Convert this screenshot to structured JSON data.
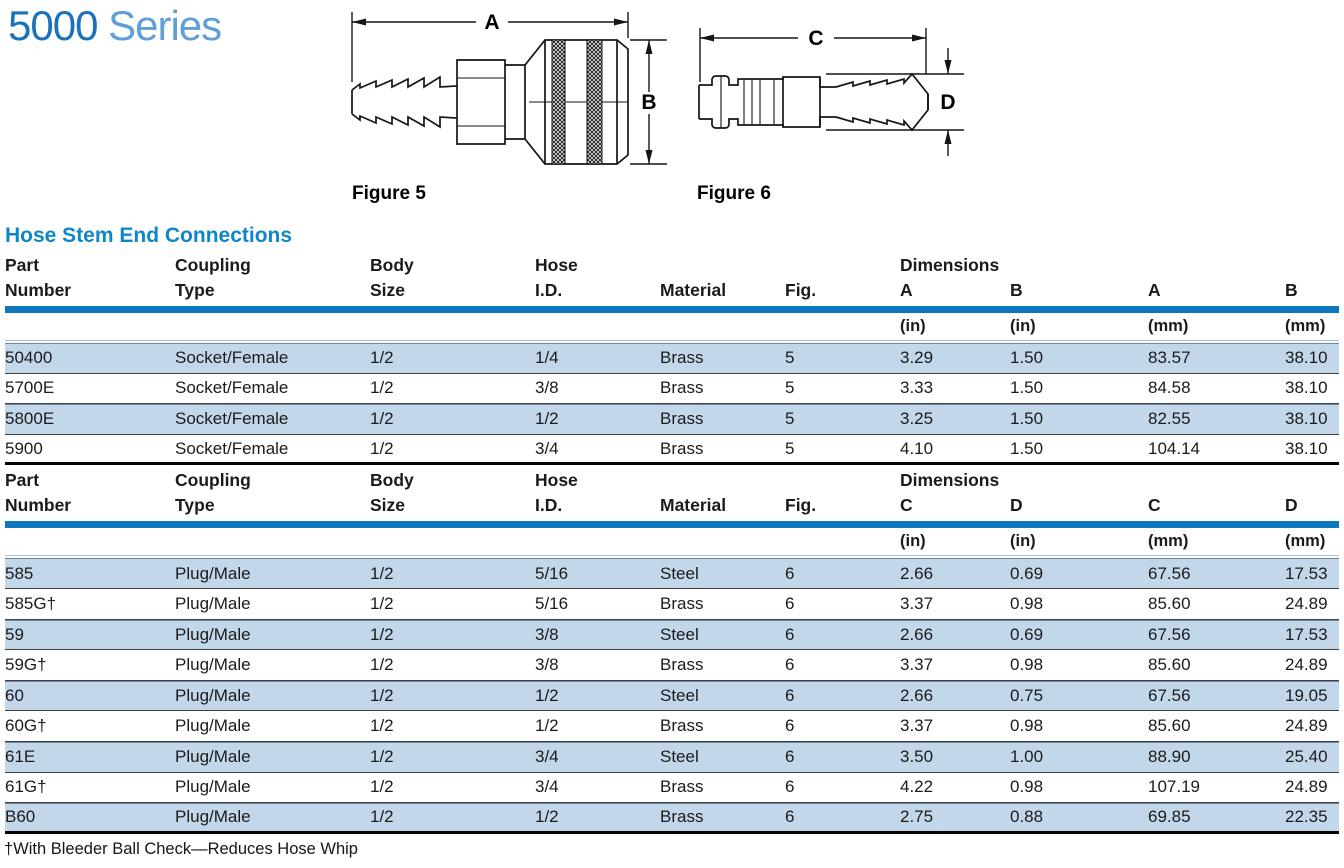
{
  "page": {
    "title_primary": "5000",
    "title_secondary": "Series",
    "section_heading": "Hose Stem End Connections",
    "footnote": "†With Bleeder Ball Check—Reduces Hose Whip"
  },
  "figures": [
    {
      "caption": "Figure 5",
      "dim_horizontal": "A",
      "dim_vertical": "B"
    },
    {
      "caption": "Figure 6",
      "dim_horizontal": "C",
      "dim_vertical": "D"
    }
  ],
  "colors": {
    "accent_rule": "#0d76bd",
    "heading": "#0e87c9",
    "title_primary": "#1a72ba",
    "title_secondary": "#5f9ed6",
    "row_shade": "#c3d7eb",
    "rule_thin": "#a9bfd4",
    "text": "#1b1b1b"
  },
  "tables": [
    {
      "columns": [
        {
          "top": "Part",
          "label": "Number",
          "unit": ""
        },
        {
          "top": "Coupling",
          "label": "Type",
          "unit": ""
        },
        {
          "top": "Body",
          "label": "Size",
          "unit": ""
        },
        {
          "top": "Hose",
          "label": "I.D.",
          "unit": ""
        },
        {
          "top": "",
          "label": "Material",
          "unit": ""
        },
        {
          "top": "",
          "label": "Fig.",
          "unit": ""
        },
        {
          "top": "Dimensions",
          "label": "A",
          "unit": "(in)"
        },
        {
          "top": "",
          "label": "B",
          "unit": "(in)"
        },
        {
          "top": "",
          "label": "A",
          "unit": "(mm)"
        },
        {
          "top": "",
          "label": "B",
          "unit": "(mm)"
        }
      ],
      "rows": [
        [
          "50400",
          "Socket/Female",
          "1/2",
          "1/4",
          "Brass",
          "5",
          "3.29",
          "1.50",
          "83.57",
          "38.10"
        ],
        [
          "5700E",
          "Socket/Female",
          "1/2",
          "3/8",
          "Brass",
          "5",
          "3.33",
          "1.50",
          "84.58",
          "38.10"
        ],
        [
          "5800E",
          "Socket/Female",
          "1/2",
          "1/2",
          "Brass",
          "5",
          "3.25",
          "1.50",
          "82.55",
          "38.10"
        ],
        [
          "5900",
          "Socket/Female",
          "1/2",
          "3/4",
          "Brass",
          "5",
          "4.10",
          "1.50",
          "104.14",
          "38.10"
        ]
      ]
    },
    {
      "columns": [
        {
          "top": "Part",
          "label": "Number",
          "unit": ""
        },
        {
          "top": "Coupling",
          "label": "Type",
          "unit": ""
        },
        {
          "top": "Body",
          "label": "Size",
          "unit": ""
        },
        {
          "top": "Hose",
          "label": "I.D.",
          "unit": ""
        },
        {
          "top": "",
          "label": "Material",
          "unit": ""
        },
        {
          "top": "",
          "label": "Fig.",
          "unit": ""
        },
        {
          "top": "Dimensions",
          "label": "C",
          "unit": "(in)"
        },
        {
          "top": "",
          "label": "D",
          "unit": "(in)"
        },
        {
          "top": "",
          "label": "C",
          "unit": "(mm)"
        },
        {
          "top": "",
          "label": "D",
          "unit": "(mm)"
        }
      ],
      "rows": [
        [
          "585",
          "Plug/Male",
          "1/2",
          "5/16",
          "Steel",
          "6",
          "2.66",
          "0.69",
          "67.56",
          "17.53"
        ],
        [
          "585G†",
          "Plug/Male",
          "1/2",
          "5/16",
          "Brass",
          "6",
          "3.37",
          "0.98",
          "85.60",
          "24.89"
        ],
        [
          "59",
          "Plug/Male",
          "1/2",
          "3/8",
          "Steel",
          "6",
          "2.66",
          "0.69",
          "67.56",
          "17.53"
        ],
        [
          "59G†",
          "Plug/Male",
          "1/2",
          "3/8",
          "Brass",
          "6",
          "3.37",
          "0.98",
          "85.60",
          "24.89"
        ],
        [
          "60",
          "Plug/Male",
          "1/2",
          "1/2",
          "Steel",
          "6",
          "2.66",
          "0.75",
          "67.56",
          "19.05"
        ],
        [
          "60G†",
          "Plug/Male",
          "1/2",
          "1/2",
          "Brass",
          "6",
          "3.37",
          "0.98",
          "85.60",
          "24.89"
        ],
        [
          "61E",
          "Plug/Male",
          "1/2",
          "3/4",
          "Steel",
          "6",
          "3.50",
          "1.00",
          "88.90",
          "25.40"
        ],
        [
          "61G†",
          "Plug/Male",
          "1/2",
          "3/4",
          "Brass",
          "6",
          "4.22",
          "0.98",
          "107.19",
          "24.89"
        ],
        [
          "B60",
          "Plug/Male",
          "1/2",
          "1/2",
          "Brass",
          "6",
          "2.75",
          "0.88",
          "69.85",
          "22.35"
        ]
      ]
    }
  ]
}
